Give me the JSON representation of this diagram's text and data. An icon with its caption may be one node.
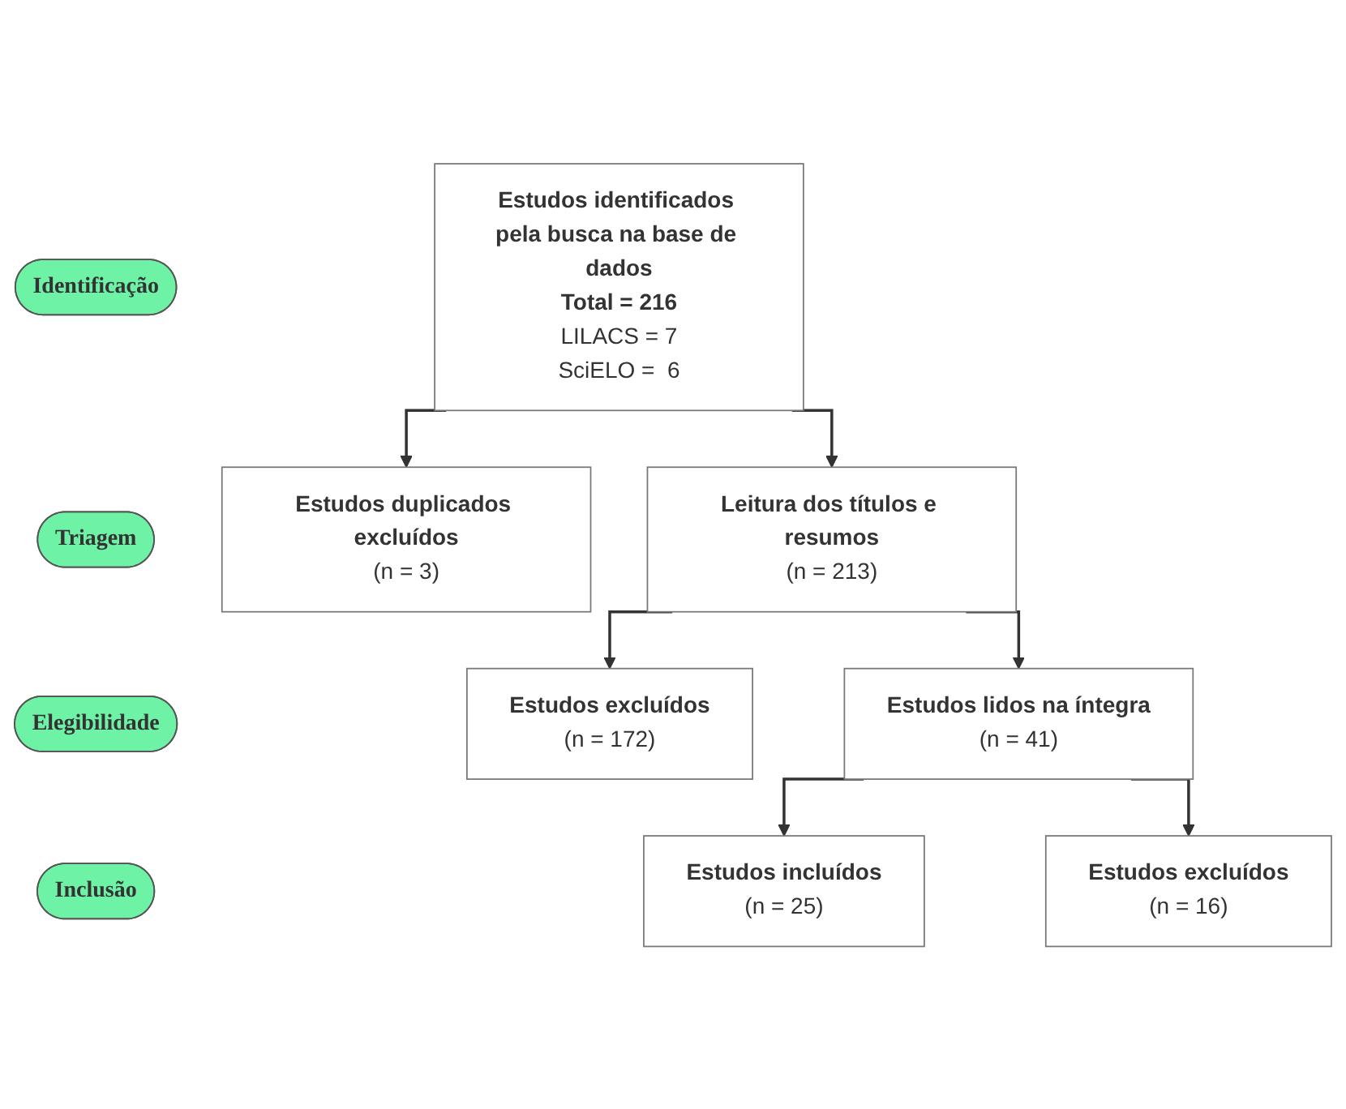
{
  "diagram": {
    "nodes": [
      {
        "text": [
          "Identificação"
        ]
      },
      {
        "text": [
          "Triagem"
        ]
      },
      {
        "text": [
          "Elegibilidade"
        ]
      },
      {
        "text": [
          "Inclusão"
        ]
      },
      {
        "text": [
          "Estudos identificados pela busca na base de dados",
          "Total = 216",
          "LILACS = 7",
          "SciELO =  6"
        ]
      },
      {
        "text": [
          "Estudos duplicados excluídos",
          "(n = 3)"
        ]
      },
      {
        "text": [
          "Leitura dos títulos e resumos",
          "(n = 213)"
        ]
      },
      {
        "text": [
          "Estudos excluídos",
          "(n = 172)"
        ]
      },
      {
        "text": [
          "Estudos lidos na íntegra",
          "(n = 41)"
        ]
      },
      {
        "text": [
          "Estudos excluídos",
          "(n = 16)"
        ]
      },
      {
        "text": [
          "Estudos incluídos",
          "(n = 25)"
        ]
      }
    ],
    "edges": [
      {
        "from": 4,
        "to": 6,
        "arrow": "to"
      },
      {
        "from": 4,
        "to": 5,
        "arrow": "to"
      },
      {
        "from": 6,
        "to": 8,
        "arrow": "to"
      },
      {
        "from": 6,
        "to": 7,
        "arrow": "to"
      },
      {
        "from": 8,
        "to": 10,
        "arrow": "to"
      },
      {
        "from": 8,
        "to": 9,
        "arrow": "to"
      }
    ]
  }
}
